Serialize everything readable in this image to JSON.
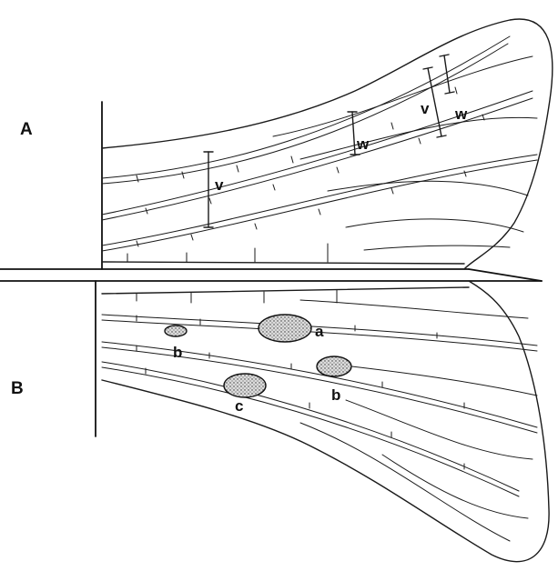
{
  "panels": {
    "upper": "A",
    "lower": "B"
  },
  "labels": {
    "v_left": "v",
    "v_right": "v",
    "w_left": "w",
    "w_right": "w",
    "a": "a",
    "b_left": "b",
    "b_right": "b",
    "c": "c"
  },
  "colors": {
    "ink": "#1a1a1a",
    "stipple": "#cfcfcf",
    "background": "#ffffff"
  }
}
